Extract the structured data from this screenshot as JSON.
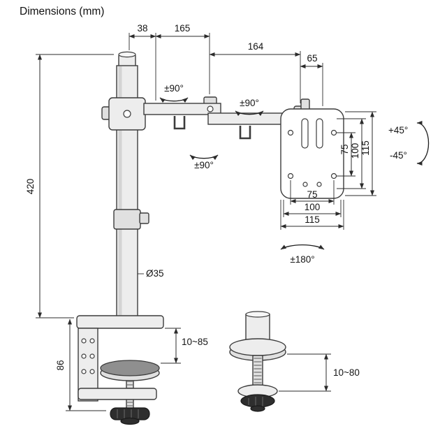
{
  "title": "Dimensions (mm)",
  "dims": {
    "pole_offset": "38",
    "arm1_length": "165",
    "arm2_length": "164",
    "head_offset": "65",
    "pole_height": "420",
    "pole_diameter": "Ø35",
    "clamp_body_height": "86",
    "clamp_grip_range": "10~85",
    "grommet_grip_range": "10~80",
    "vesa": {
      "v75": "75",
      "v100": "100",
      "v115": "115",
      "h75": "75",
      "h100": "100",
      "h115": "115"
    }
  },
  "rotation": {
    "pole": "±90°",
    "elbow": "±90°",
    "forearm": "±90°",
    "tilt_up": "+45°",
    "tilt_down": "-45°",
    "vesa_rotate": "±180°"
  }
}
